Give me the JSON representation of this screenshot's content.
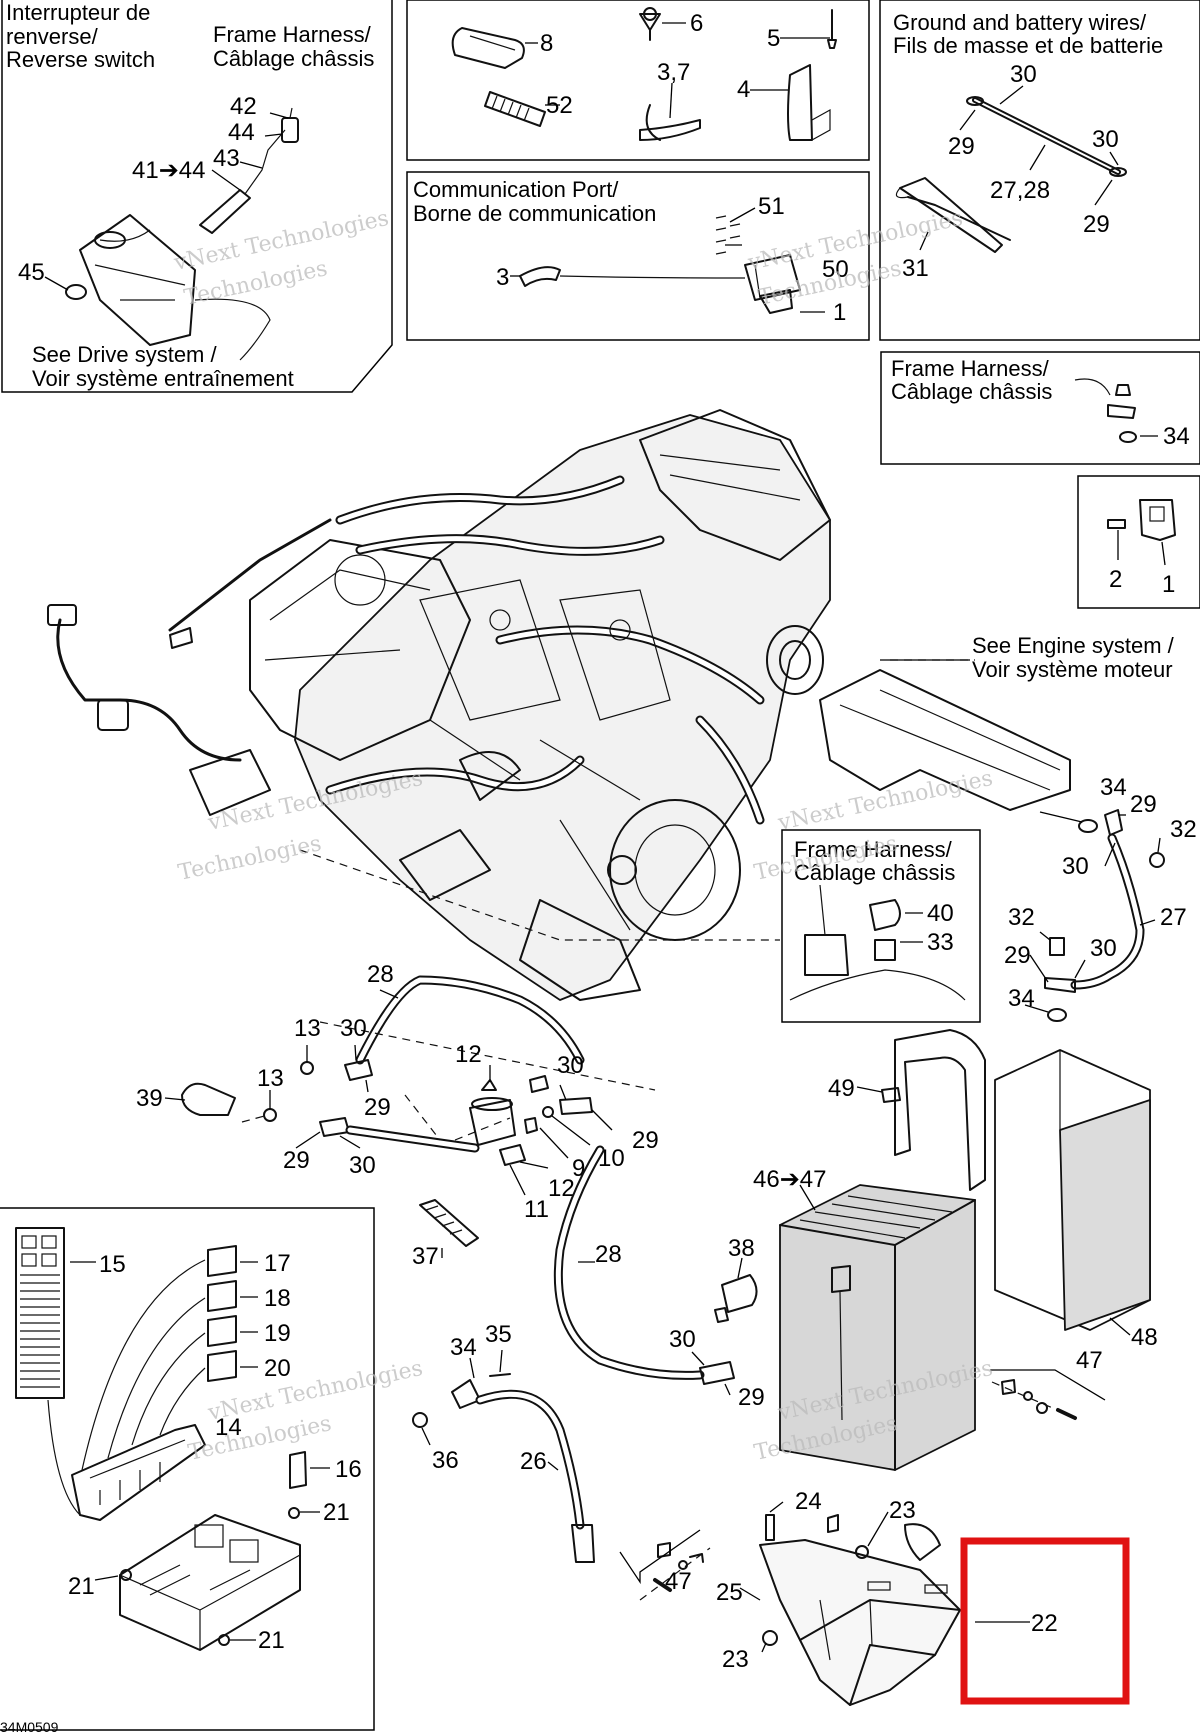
{
  "sections": {
    "reverse_switch": {
      "line1": "Interrupteur de",
      "line2": "renverse/",
      "line3": "Reverse switch"
    },
    "frame_harness_top": {
      "line1": "Frame Harness/",
      "line2": "Câblage châssis"
    },
    "drive_system": {
      "line1": "See Drive system /",
      "line2": "Voir système entraînement"
    },
    "ground_battery": {
      "line1": "Ground and battery wires/",
      "line2": "Fils de masse et de batterie"
    },
    "comm_port": {
      "line1": "Communication Port/",
      "line2": "Borne de communication"
    },
    "frame_harness_right": {
      "line1": "Frame Harness/",
      "line2": "Câblage châssis"
    },
    "engine_system": {
      "line1": "See Engine system /",
      "line2": "Voir système moteur"
    },
    "frame_harness_mid": {
      "line1": "Frame Harness/",
      "line2": "Câblage châssis"
    }
  },
  "labels": [
    {
      "id": "42",
      "text": "42"
    },
    {
      "id": "44",
      "text": "44"
    },
    {
      "id": "43",
      "text": "43"
    },
    {
      "id": "41-44",
      "text": "41➔44"
    },
    {
      "id": "45",
      "text": "45"
    },
    {
      "id": "8",
      "text": "8"
    },
    {
      "id": "6",
      "text": "6"
    },
    {
      "id": "5",
      "text": "5"
    },
    {
      "id": "3-7",
      "text": "3,7"
    },
    {
      "id": "4",
      "text": "4"
    },
    {
      "id": "52",
      "text": "52"
    },
    {
      "id": "30a",
      "text": "30"
    },
    {
      "id": "29a",
      "text": "29"
    },
    {
      "id": "30b",
      "text": "30"
    },
    {
      "id": "27-28",
      "text": "27,28"
    },
    {
      "id": "29b",
      "text": "29"
    },
    {
      "id": "31",
      "text": "31"
    },
    {
      "id": "51",
      "text": "51"
    },
    {
      "id": "3",
      "text": "3"
    },
    {
      "id": "50",
      "text": "50"
    },
    {
      "id": "1a",
      "text": "1"
    },
    {
      "id": "34a",
      "text": "34"
    },
    {
      "id": "2",
      "text": "2"
    },
    {
      "id": "1b",
      "text": "1"
    },
    {
      "id": "34b",
      "text": "34"
    },
    {
      "id": "29c",
      "text": "29"
    },
    {
      "id": "32a",
      "text": "32"
    },
    {
      "id": "30c",
      "text": "30"
    },
    {
      "id": "32b",
      "text": "32"
    },
    {
      "id": "27",
      "text": "27"
    },
    {
      "id": "29d",
      "text": "29"
    },
    {
      "id": "30d",
      "text": "30"
    },
    {
      "id": "34c",
      "text": "34"
    },
    {
      "id": "40",
      "text": "40"
    },
    {
      "id": "33",
      "text": "33"
    },
    {
      "id": "28a",
      "text": "28"
    },
    {
      "id": "13a",
      "text": "13"
    },
    {
      "id": "30e",
      "text": "30"
    },
    {
      "id": "12a",
      "text": "12"
    },
    {
      "id": "30f",
      "text": "30"
    },
    {
      "id": "39",
      "text": "39"
    },
    {
      "id": "13b",
      "text": "13"
    },
    {
      "id": "29e",
      "text": "29"
    },
    {
      "id": "29f",
      "text": "29"
    },
    {
      "id": "10",
      "text": "10"
    },
    {
      "id": "9",
      "text": "9"
    },
    {
      "id": "29g",
      "text": "29"
    },
    {
      "id": "30g",
      "text": "30"
    },
    {
      "id": "12b",
      "text": "12"
    },
    {
      "id": "11",
      "text": "11"
    },
    {
      "id": "49",
      "text": "49"
    },
    {
      "id": "46-47",
      "text": "46➔47"
    },
    {
      "id": "15",
      "text": "15"
    },
    {
      "id": "17",
      "text": "17"
    },
    {
      "id": "18",
      "text": "18"
    },
    {
      "id": "19",
      "text": "19"
    },
    {
      "id": "20",
      "text": "20"
    },
    {
      "id": "14",
      "text": "14"
    },
    {
      "id": "16",
      "text": "16"
    },
    {
      "id": "21a",
      "text": "21"
    },
    {
      "id": "21b",
      "text": "21"
    },
    {
      "id": "21c",
      "text": "21"
    },
    {
      "id": "37",
      "text": "37"
    },
    {
      "id": "28b",
      "text": "28"
    },
    {
      "id": "38",
      "text": "38"
    },
    {
      "id": "48",
      "text": "48"
    },
    {
      "id": "47a",
      "text": "47"
    },
    {
      "id": "34d",
      "text": "34"
    },
    {
      "id": "35",
      "text": "35"
    },
    {
      "id": "30h",
      "text": "30"
    },
    {
      "id": "29h",
      "text": "29"
    },
    {
      "id": "36",
      "text": "36"
    },
    {
      "id": "26",
      "text": "26"
    },
    {
      "id": "24",
      "text": "24"
    },
    {
      "id": "23a",
      "text": "23"
    },
    {
      "id": "47b",
      "text": "47"
    },
    {
      "id": "25",
      "text": "25"
    },
    {
      "id": "22",
      "text": "22"
    },
    {
      "id": "23b",
      "text": "23"
    }
  ],
  "watermark": {
    "line1": "vNext Technologies",
    "line2": "Technologies"
  },
  "footer_code": "34M0509",
  "highlight_color": "#e01212"
}
